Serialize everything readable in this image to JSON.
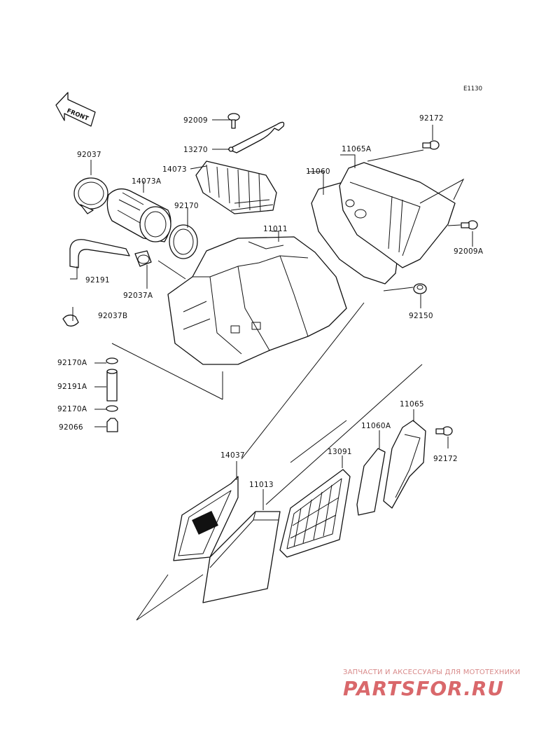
{
  "diagram_code": "E1130",
  "front_label": "FRONT",
  "parts": {
    "p92009": "92009",
    "p13270": "13270",
    "p14073": "14073",
    "p14073A": "14073A",
    "p92037": "92037",
    "p92170": "92170",
    "p92191": "92191",
    "p92037A": "92037A",
    "p92037B": "92037B",
    "p11011": "11011",
    "p11060": "11060",
    "p11065A": "11065A",
    "p92172_top": "92172",
    "p92009A": "92009A",
    "p92150": "92150",
    "p92170A_1": "92170A",
    "p92191A": "92191A",
    "p92170A_2": "92170A",
    "p92066": "92066",
    "p14037": "14037",
    "p11013": "11013",
    "p13091": "13091",
    "p11060A": "11060A",
    "p11065": "11065",
    "p92172_bottom": "92172"
  },
  "watermark": {
    "tagline": "ЗАПЧАСТИ И АКСЕССУАРЫ ДЛЯ МОТОТЕХНИКИ",
    "logo": "PARTSFOR.RU"
  }
}
